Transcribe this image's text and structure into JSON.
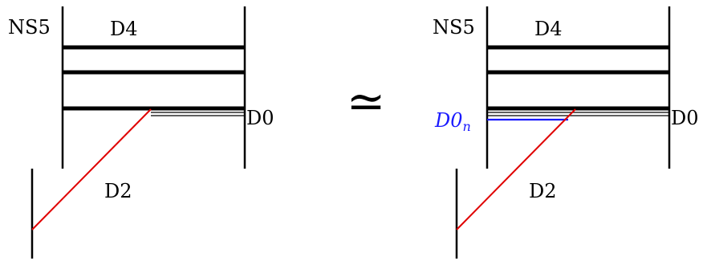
{
  "diagram": {
    "left_panel": {
      "label_ns5": "NS5",
      "label_d4": "D4",
      "label_d0": "D0",
      "label_d2": "D2"
    },
    "relation_symbol": "≃",
    "right_panel": {
      "label_ns5": "NS5",
      "label_d4": "D4",
      "label_d0": "D0",
      "label_d2": "D2",
      "label_d0n_base": "D0",
      "label_d0n_sub": "n"
    },
    "colors": {
      "lines": "#000000",
      "d2_string": "#e00000",
      "d0n_string": "#1a1aff",
      "d0n_label": "#1a1aff"
    }
  }
}
